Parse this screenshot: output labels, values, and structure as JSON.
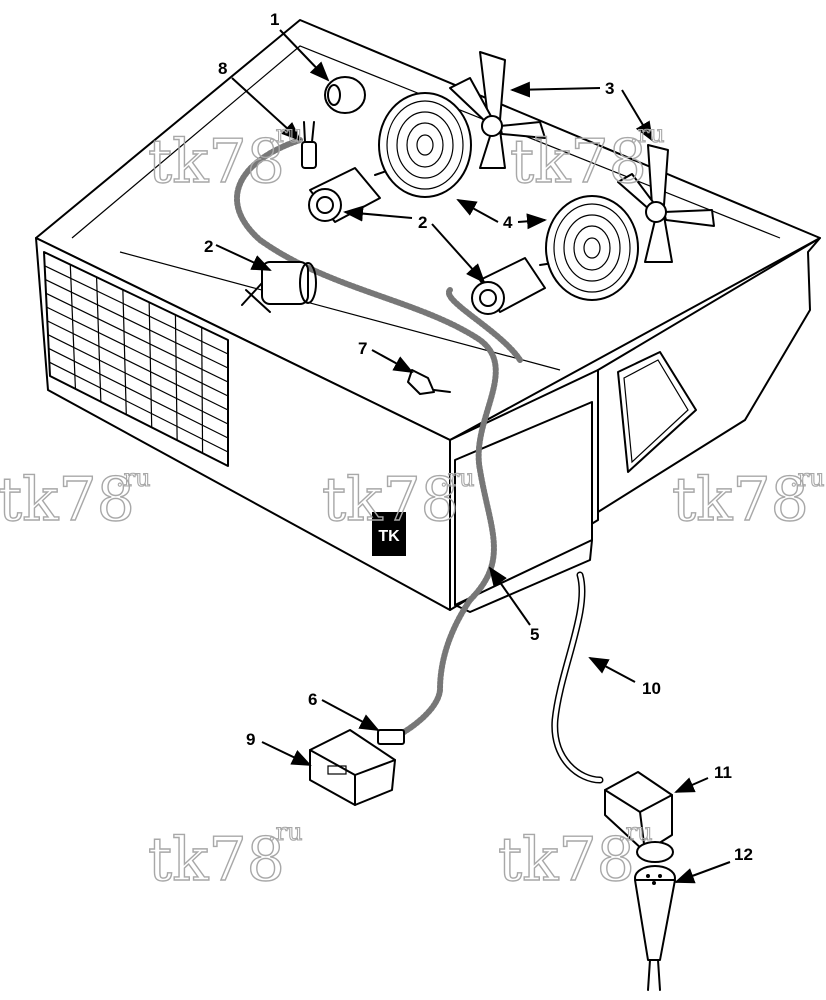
{
  "callouts": [
    "1",
    "2",
    "2",
    "2",
    "3",
    "3",
    "4",
    "4",
    "5",
    "6",
    "7",
    "8",
    "9",
    "10",
    "11",
    "12"
  ],
  "watermark": {
    "main": "tk78",
    "suffix": ".ru"
  },
  "logo_text": "TK"
}
